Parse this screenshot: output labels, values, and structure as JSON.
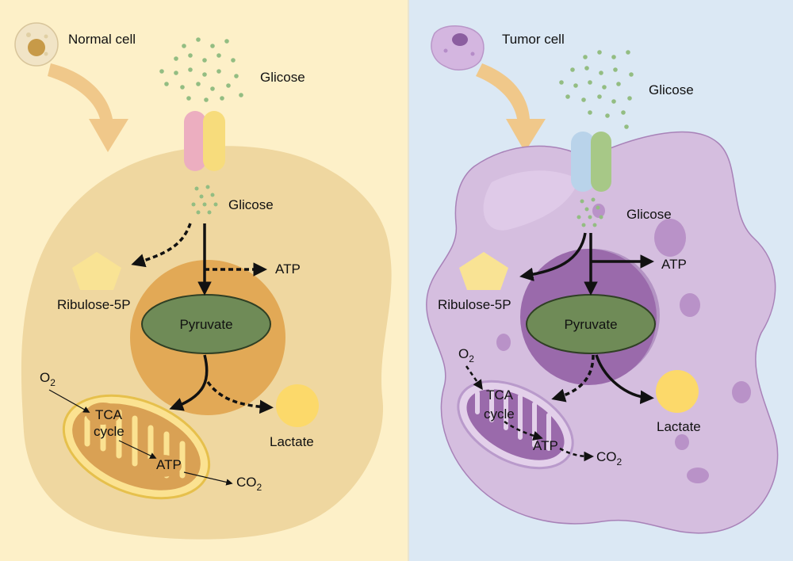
{
  "colors": {
    "left_bg": "#fdf0c8",
    "right_bg": "#dbe8f4",
    "normal_cell": "#efd7a0",
    "normal_nucleus": "#e2a956",
    "tumor_cell": "#d5bedf",
    "tumor_nucleus": "#9a6aab",
    "pyruvate": "#6f8b57",
    "lactate": "#fcd96a",
    "ribulose": "#f9e394",
    "transporter_normal": [
      "#ecaec0",
      "#f7dc7c"
    ],
    "transporter_tumor": [
      "#b9d3ea",
      "#a7c887"
    ],
    "glucose_dot": "#93bd82",
    "guide_arrow": "#f0c88a"
  },
  "left_panel": {
    "cell_label": "Normal cell",
    "glucose_outside": "Glicose",
    "glucose_inside": "Glicose",
    "ribulose": "Ribulose-5P",
    "atp": "ATP",
    "pyruvate": "Pyruvate",
    "lactate": "Lactate",
    "o2_main": "O",
    "o2_sub": "2",
    "tca_line1": "TCA",
    "tca_line2": "cycle",
    "mito_atp": "ATP",
    "co2_main": "CO",
    "co2_sub": "2"
  },
  "right_panel": {
    "cell_label": "Tumor cell",
    "glucose_outside": "Glicose",
    "glucose_inside": "Glicose",
    "ribulose": "Ribulose-5P",
    "atp": "ATP",
    "pyruvate": "Pyruvate",
    "lactate": "Lactate",
    "o2_main": "O",
    "o2_sub": "2",
    "tca_line1": "TCA",
    "tca_line2": "cycle",
    "mito_atp": "ATP",
    "co2_main": "CO",
    "co2_sub": "2"
  }
}
